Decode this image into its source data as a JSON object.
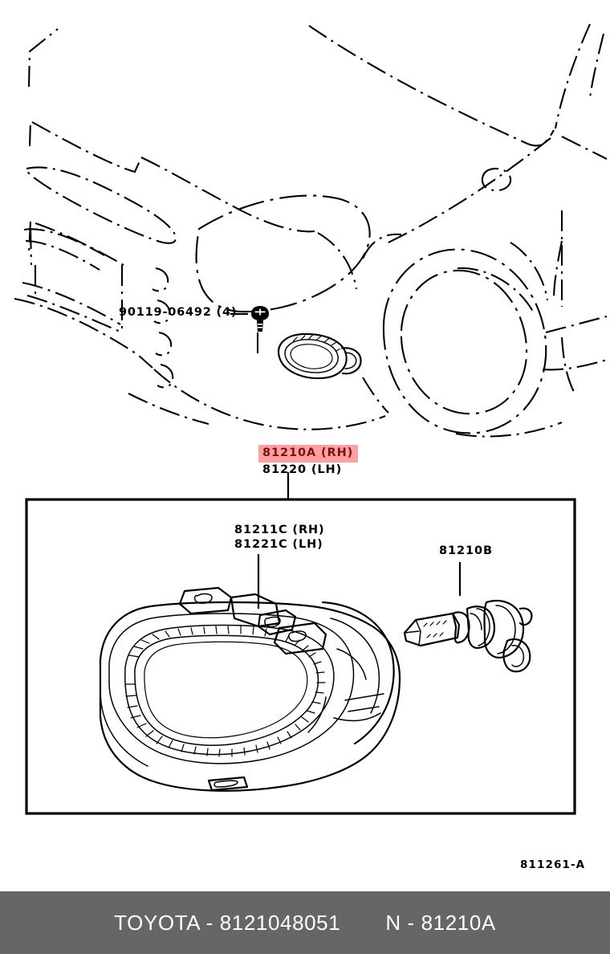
{
  "diagram": {
    "figure_reference": "811261-A",
    "vehicle_view": "front-left-quarter-bumper-outline",
    "detail_box_caption": "fog-lamp-assembly-exploded-detail"
  },
  "callouts": {
    "fastener": {
      "part_number": "90119-06492",
      "quantity": "(4)",
      "label": "90119-06492 (4)",
      "icon": "screw-bolt-icon"
    },
    "assembly": {
      "highlighted_label": "81210A (RH)",
      "secondary_label": "81220 (LH)",
      "highlight_bg": "#ffa0a0",
      "highlight_fg": "#7d1111"
    },
    "lens": {
      "rh_label": "81211C (RH)",
      "lh_label": "81221C (LH)"
    },
    "bulb": {
      "label": "81210B"
    }
  },
  "footer": {
    "brand_part": "TOYOTA - 8121048051",
    "node_part": "N - 81210A",
    "bar_color": "#666666",
    "text_color": "#ffffff"
  }
}
